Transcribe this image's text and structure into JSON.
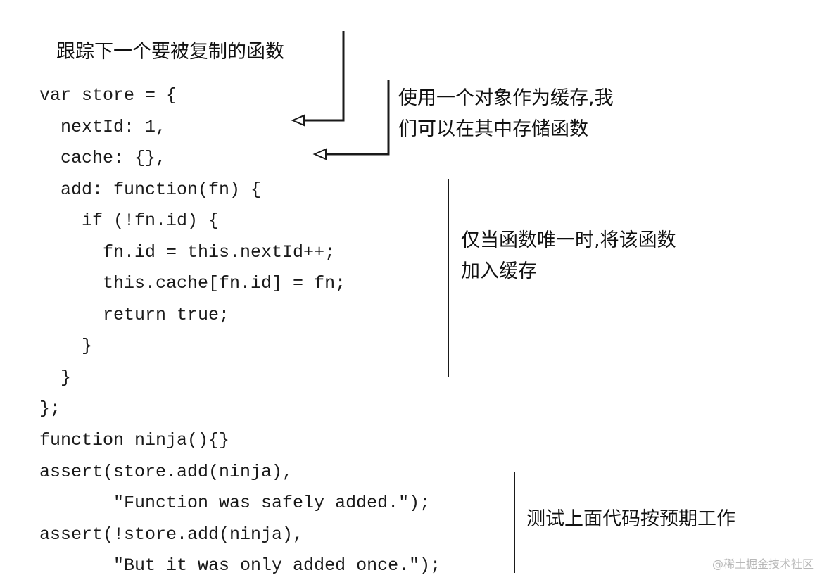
{
  "code": {
    "lines": [
      "var store = {",
      "  nextId: 1,",
      "  cache: {},",
      "  add: function(fn) {",
      "    if (!fn.id) {",
      "      fn.id = this.nextId++;",
      "      this.cache[fn.id] = fn;",
      "      return true;",
      "    }",
      "  }",
      "};",
      "function ninja(){}",
      "assert(store.add(ninja),",
      "       \"Function was safely added.\");",
      "assert(!store.add(ninja),",
      "       \"But it was only added once.\");"
    ]
  },
  "annotations": {
    "next_id": "跟踪下一个要被复制的函数",
    "cache_line1": "使用一个对象作为缓存,我",
    "cache_line2": "们可以在其中存储函数",
    "add_line1": "仅当函数唯一时,将该函数",
    "add_line2": "加入缓存",
    "test": "测试上面代码按预期工作"
  },
  "watermark": "@稀土掘金技术社区"
}
